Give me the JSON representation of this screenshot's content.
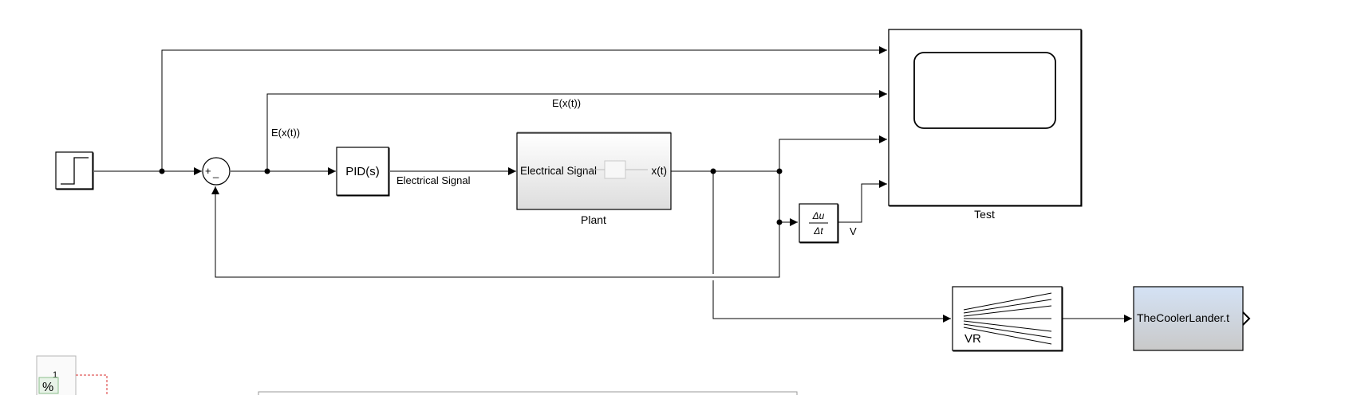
{
  "model": {
    "blocks": {
      "step": {
        "label": ""
      },
      "sum": {
        "plus": "+",
        "minus": "_"
      },
      "pid": {
        "label": "PID(s)"
      },
      "plant": {
        "label": "Plant",
        "port_in": "Electrical Signal",
        "port_out": "x(t)"
      },
      "derivative": {
        "numerator": "Δu",
        "denominator": "Δt"
      },
      "scope": {
        "label": "Test"
      },
      "vr_sink": {
        "label": "VR"
      },
      "vr_world": {
        "label": "TheCoolerLander.t"
      },
      "annotation": {
        "label": "1",
        "symbol": "%"
      }
    },
    "signals": {
      "error_upper": "E(x(t))",
      "error_lower": "E(x(t))",
      "controller_output": "Electrical Signal",
      "velocity": "V"
    }
  },
  "colors": {
    "background": "#ffffff",
    "line": "#000000",
    "vr_world_top": "#d4e2f5",
    "vr_world_bottom": "#c9c9c9",
    "plant_bottom": "#dddddd",
    "dashed_annotation": "#d93030"
  }
}
